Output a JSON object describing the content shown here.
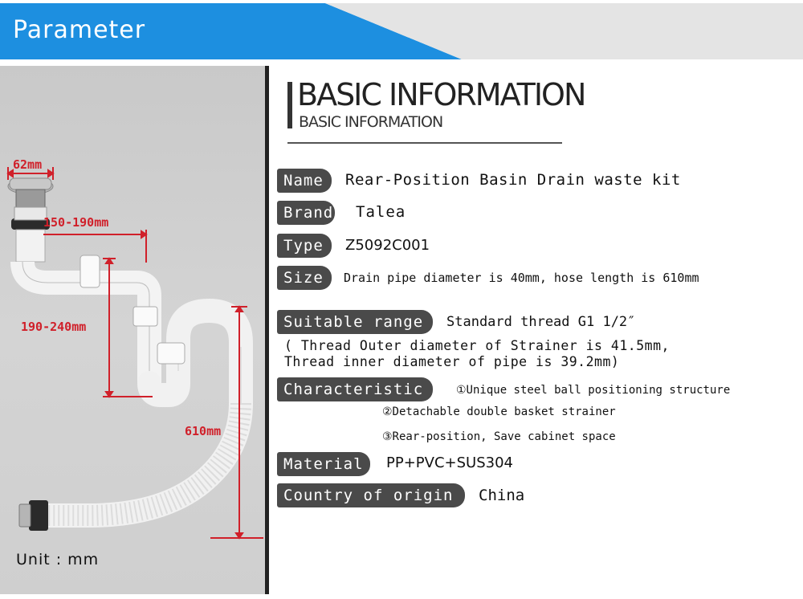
{
  "header": {
    "title": "Parameter"
  },
  "colors": {
    "header_blue": "#1d8fe0",
    "label_bg": "#4a4a4a",
    "dimension_red": "#d0202a"
  },
  "diagram": {
    "dimensions": [
      "62mm",
      "150-190mm",
      "190-240mm",
      "610mm"
    ],
    "unit": "Unit : mm"
  },
  "basic_info": {
    "title": "BASIC INFORMATION",
    "subtitle": "BASIC INFORMATION"
  },
  "specs": {
    "name": {
      "label": "Name",
      "value": "Rear-Position Basin Drain waste kit"
    },
    "brand": {
      "label": "Brand",
      "value": "Talea"
    },
    "type": {
      "label": "Type",
      "value": "Z5092C001"
    },
    "size": {
      "label": "Size",
      "value": "Drain pipe diameter is 40mm, hose length is 610mm"
    },
    "suitable_range": {
      "label": "Suitable range",
      "value": "Standard thread G1 1/2″",
      "note_line1": "( Thread Outer diameter of Strainer is 41.5mm,",
      "note_line2": "Thread inner diameter of pipe is 39.2mm)"
    },
    "characteristic": {
      "label": "Characteristic",
      "items": [
        "①Unique steel ball positioning structure",
        "②Detachable double basket strainer",
        "③Rear-position, Save cabinet space"
      ]
    },
    "material": {
      "label": "Material",
      "value": "PP+PVC+SUS304"
    },
    "origin": {
      "label": "Country of origin",
      "value": "China"
    }
  }
}
